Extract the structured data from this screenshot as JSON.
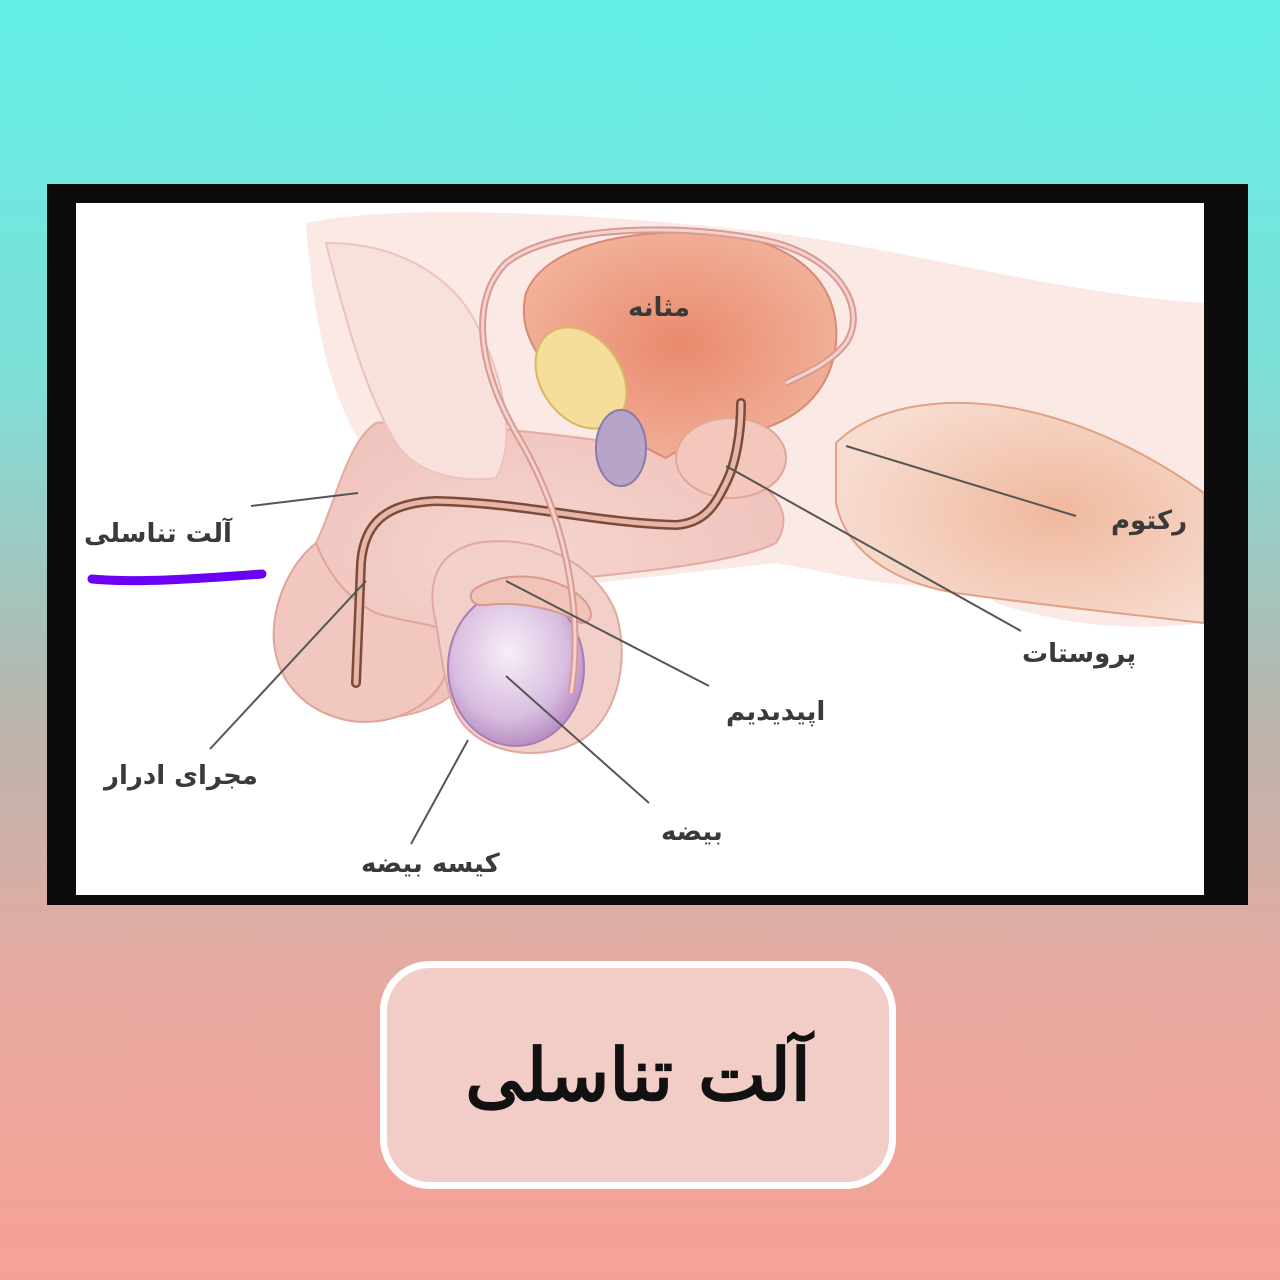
{
  "diagram": {
    "labels": {
      "bladder": "مثانه",
      "rectum": "رکتوم",
      "penis": "آلت تناسلی",
      "prostate": "پروستات",
      "epididymis": "اپیدیدیم",
      "urethra": "مجرای ادرار",
      "testis": "بیضه",
      "scrotum": "کیسه بیضه"
    },
    "highlight_color": "#6a00f4"
  },
  "caption": {
    "title": "آلت تناسلی"
  }
}
